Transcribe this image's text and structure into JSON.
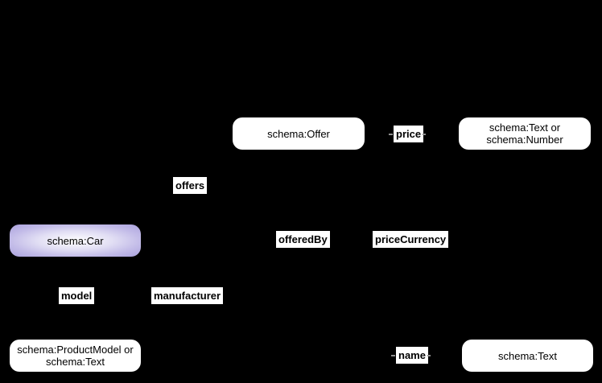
{
  "diagram": {
    "background": "#000000",
    "nodes": {
      "offer": {
        "label": "schema:Offer",
        "fill": "#ffffff"
      },
      "textOrNumber": {
        "line1": "schema:Text or",
        "line2": "schema:Number",
        "fill": "#ffffff"
      },
      "car": {
        "label": "schema:Car",
        "fill_gradient_center": "#ffffff",
        "fill_gradient_edge": "#aaa1dd"
      },
      "productModel": {
        "line1": "schema:ProductModel or",
        "line2": "schema:Text",
        "fill": "#ffffff"
      },
      "text": {
        "label": "schema:Text",
        "fill": "#ffffff"
      }
    },
    "edge_labels": {
      "offers": "offers",
      "price": "price",
      "offeredBy": "offeredBy",
      "priceCurrency": "priceCurrency",
      "model": "model",
      "manufacturer": "manufacturer",
      "name": "name"
    },
    "colors": {
      "node_text": "#000000",
      "label_background": "#ffffff",
      "label_text": "#000000",
      "edge": "#000000"
    }
  }
}
